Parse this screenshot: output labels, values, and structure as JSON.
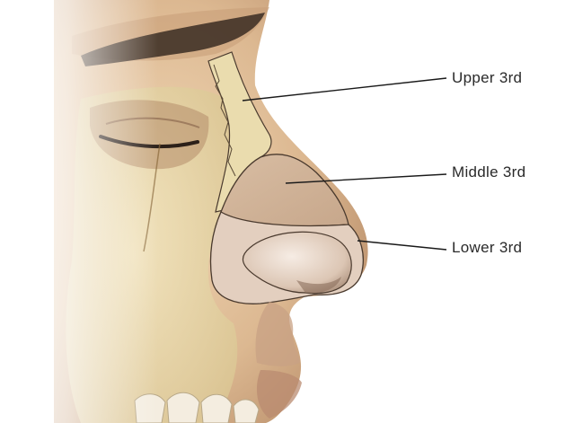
{
  "labels": {
    "upper": "Upper 3rd",
    "middle": "Middle 3rd",
    "lower": "Lower 3rd"
  },
  "colors": {
    "background": "#ffffff",
    "skin": "#e6c9a6",
    "bone": "#e9dcae",
    "cartilage_middle": "#d9bfa6",
    "cartilage_lower": "#e6d2c2",
    "outline": "#4a3a2e",
    "leader_line": "#1a1a1a",
    "label_text": "#2a2a2a"
  }
}
